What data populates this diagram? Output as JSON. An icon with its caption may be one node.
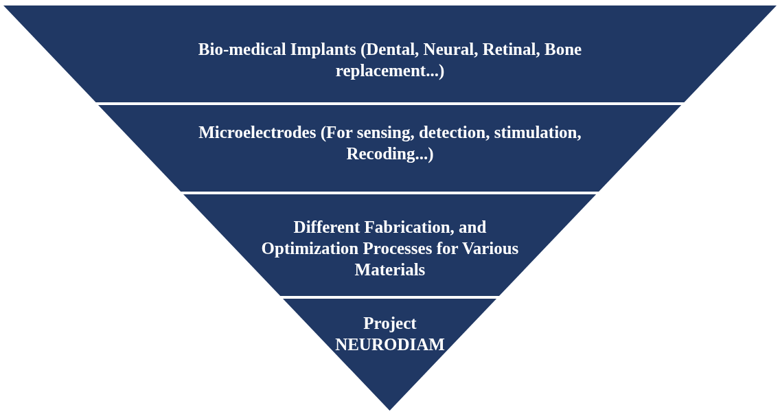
{
  "diagram": {
    "nodes": [
      {
        "text": [
          "Bio-medical Implants (Dental, Neural, Retinal, Bone replacement...)"
        ]
      },
      {
        "text": [
          "Microelectrodes (For sensing, detection, stimulation, Recoding...)"
        ]
      },
      {
        "text": [
          "Different Fabrication, and Optimization Processes for Various Materials"
        ]
      },
      {
        "text": [
          "Project NEURODIAM"
        ]
      }
    ]
  }
}
